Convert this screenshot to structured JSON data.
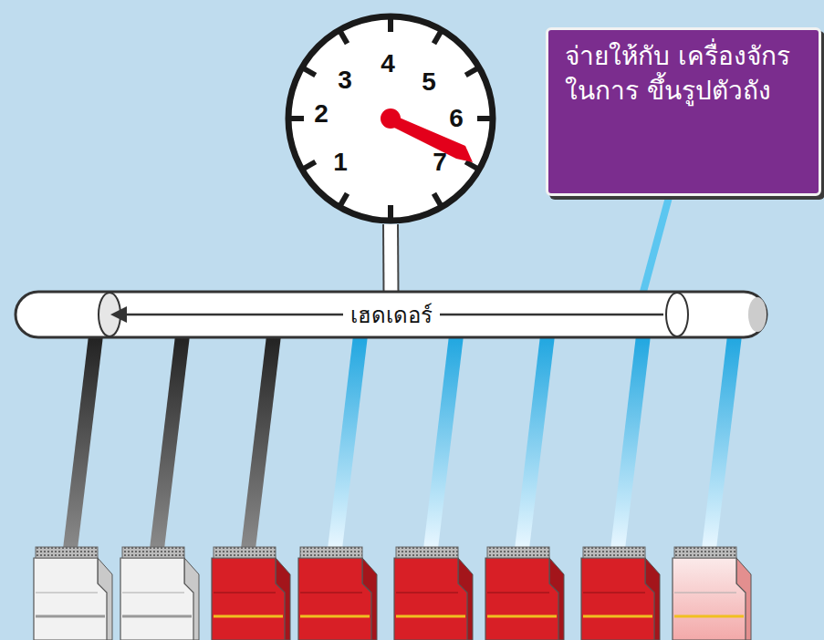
{
  "diagram": {
    "nodes": [
      {
        "text": [
          "1",
          "2",
          "3",
          "4",
          "5",
          "6",
          "7"
        ]
      },
      {
        "text": [
          "จ่ายให้กับ เครื่องจักรในการ ขึ้นรูปตัวถัง"
        ]
      },
      {
        "text": [
          "เฮดเดอร์"
        ]
      }
    ],
    "edges": [
      {
        "from": 0,
        "to": 2,
        "arrow": "none"
      },
      {
        "from": 1,
        "to": 2,
        "arrow": "none"
      }
    ]
  }
}
